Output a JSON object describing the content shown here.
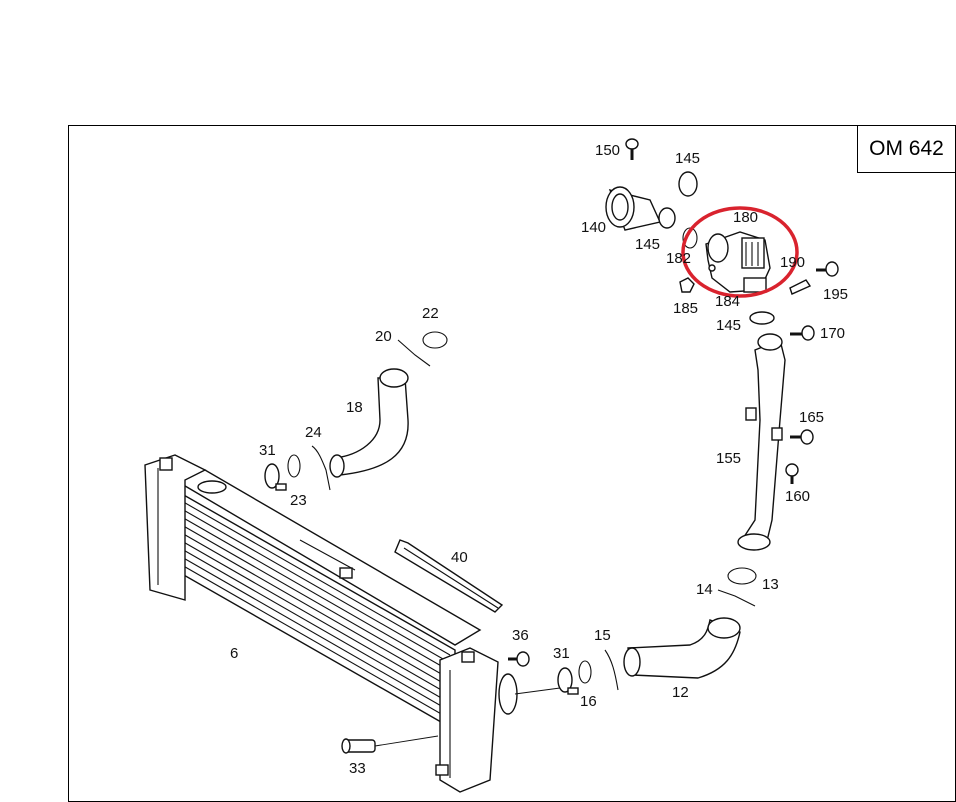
{
  "model_label": "OM 642",
  "highlight_color": "#d9232e",
  "callouts": {
    "c150": "150",
    "c145a": "145",
    "c140": "140",
    "c145b": "145",
    "c180": "180",
    "c182": "182",
    "c190": "190",
    "c195": "195",
    "c185": "185",
    "c184": "184",
    "c145c": "145",
    "c170": "170",
    "c22": "22",
    "c20": "20",
    "c18": "18",
    "c165": "165",
    "c155": "155",
    "c24": "24",
    "c31a": "31",
    "c23": "23",
    "c160": "160",
    "c40": "40",
    "c14": "14",
    "c13": "13",
    "c36": "36",
    "c15": "15",
    "c31b": "31",
    "c6": "6",
    "c16": "16",
    "c12": "12",
    "c33": "33"
  }
}
